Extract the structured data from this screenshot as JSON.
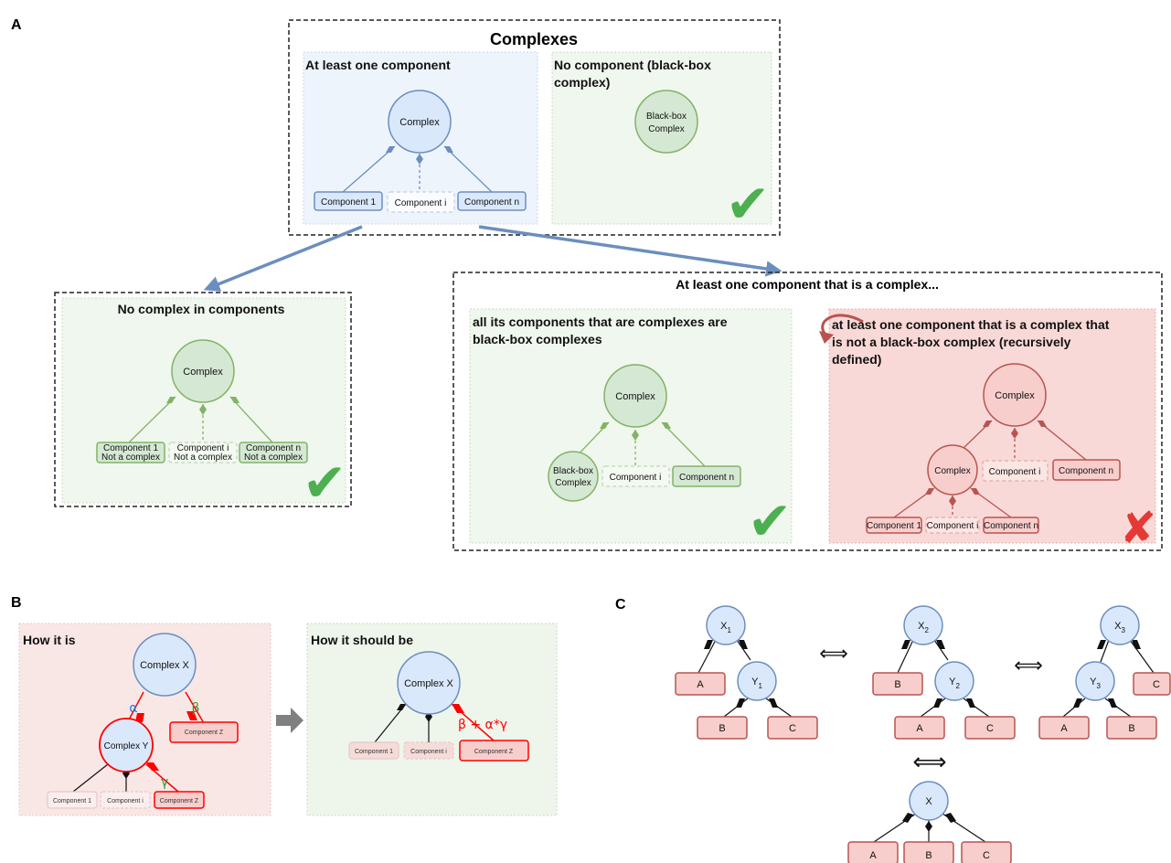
{
  "panels": {
    "a": "A",
    "b": "B",
    "c": "C"
  },
  "panel_a": {
    "title": "Complexes",
    "at_least_one": "At least one component",
    "no_component_l1": "No component (black-box",
    "no_component_l2": "complex)",
    "no_complex_in_components": "No complex in components",
    "one_is_complex": "At least one component that is a complex...",
    "all_bb_l1": "all its components that are complexes are",
    "all_bb_l2": "black-box complexes",
    "not_bb_l1": "at least one component that is a complex that",
    "not_bb_l2": "is not a black-box complex (recursively",
    "not_bb_l3": "defined)",
    "complex": "Complex",
    "blackbox_l1": "Black-box",
    "blackbox_l2": "Complex",
    "comp1": "Component 1",
    "compi": "Component i",
    "compn": "Component n",
    "not_a_complex": "Not a complex"
  },
  "panel_b": {
    "how_it_is": "How it is",
    "how_it_should_be": "How it should be",
    "complex_x": "Complex X",
    "complex_y": "Complex Y",
    "component_1": "Component 1",
    "component_i": "Component i",
    "component_z": "Component Z",
    "alpha": "α",
    "beta": "β",
    "gamma": "γ",
    "combined": "β + α*γ"
  },
  "panel_c": {
    "x1": "X",
    "x1_sub": "1",
    "y1": "Y",
    "y1_sub": "1",
    "x2": "X",
    "x2_sub": "2",
    "y2": "Y",
    "y2_sub": "2",
    "x3": "X",
    "x3_sub": "3",
    "y3": "Y",
    "y3_sub": "3",
    "x": "X",
    "a": "A",
    "b": "B",
    "c": "C",
    "equiv": "⟺"
  },
  "marks": {
    "check": "✔",
    "cross": "✘"
  },
  "colors": {
    "blue_fill": "#dae8fc",
    "blue_stroke": "#6c8ebf",
    "green_fill": "#d5e8d4",
    "green_stroke": "#82b366",
    "red_fill": "#f8cecc",
    "red_stroke": "#b85450",
    "check_green": "#4caf50",
    "cross_red": "#e53935"
  }
}
